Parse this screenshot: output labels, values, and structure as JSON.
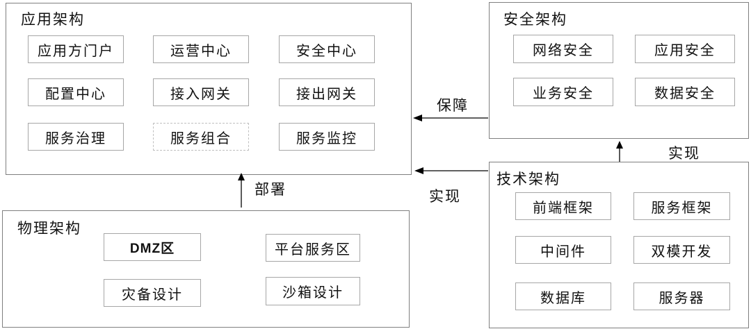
{
  "panels": {
    "app": {
      "title": "应用架构",
      "items": [
        "应用方门户",
        "运营中心",
        "安全中心",
        "配置中心",
        "接入网关",
        "接出网关",
        "服务治理",
        "服务组合",
        "服务监控"
      ]
    },
    "security": {
      "title": "安全架构",
      "items": [
        "网络安全",
        "应用安全",
        "业务安全",
        "数据安全"
      ]
    },
    "tech": {
      "title": "技术架构",
      "items": [
        "前端框架",
        "服务框架",
        "中间件",
        "双模开发",
        "数据库",
        "服务器"
      ]
    },
    "physical": {
      "title": "物理架构",
      "items": [
        "DMZ区",
        "平台服务区",
        "灾备设计",
        "沙箱设计"
      ]
    }
  },
  "arrow_labels": {
    "guarantee": "保障",
    "realize_app": "实现",
    "realize_security": "实现",
    "deploy": "部署"
  },
  "colors": {
    "panel_border": "#7f7f7f",
    "box_border": "#a6a6a6",
    "dashed_box_border": "#bfbfbf",
    "text": "#111111",
    "arrow": "#000000",
    "background": "#ffffff"
  }
}
